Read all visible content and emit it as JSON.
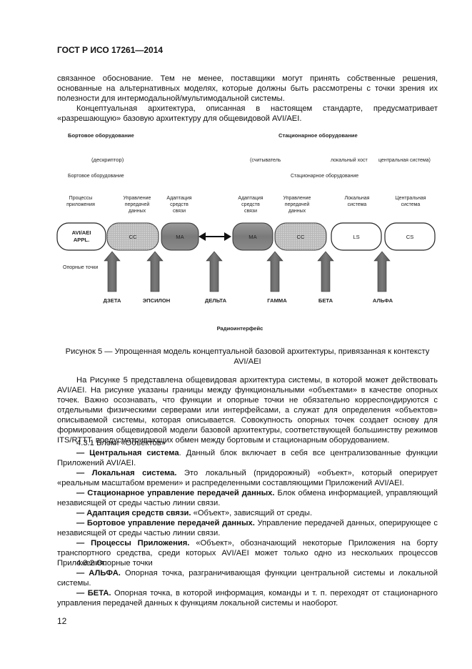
{
  "header": "ГОСТ Р ИСО 17261—2014",
  "intro_p1": "связанное обоснование. Тем не менее, поставщики могут принять собственные решения, основанные на альтернативных моделях, которые должны быть рассмотрены с точки зрения их полезности для интермодальной/мультимодальной системы.",
  "intro_p2": "Концептуальная архитектура, описанная в настоящем стандарте, предусматривает «разрешающую» базовую архитектуру для общевидовой AVI/AEI.",
  "figure": {
    "onboard_title": "Бортовое оборудование",
    "fixed_title": "Стационарное оборудование",
    "descriptor": "(дескриптор)",
    "reader": "(считыватель",
    "local_host": "локальный хост",
    "central_system": "центральная система)",
    "onboard_sub": "Бортовое оборудование",
    "fixed_sub": "Стационарное оборудование",
    "col_labels": [
      [
        "Процессы",
        "приложения"
      ],
      [
        "Управление",
        "передачей",
        "данных"
      ],
      [
        "Адаптация",
        "средств",
        "связи"
      ],
      [
        "Адаптация",
        "средств",
        "связи"
      ],
      [
        "Управление",
        "передачей",
        "данных"
      ],
      [
        "Локальная",
        "система"
      ],
      [
        "Центральная",
        "система"
      ]
    ],
    "box_appl": [
      "AVI/AEI",
      "APPL."
    ],
    "box_cc1": "CC",
    "box_ma1": "MA",
    "box_ma2": "MA",
    "box_cc2": "CC",
    "box_ls": "LS",
    "box_cs": "CS",
    "ref_points_label": "Опорные точки",
    "arrow_labels": [
      "ДЗЕТА",
      "ЭПСИЛОН",
      "ДЕЛЬТА",
      "ГАММА",
      "БЕТА",
      "АЛЬФА"
    ],
    "radio_label": "Радиоинтерфейс"
  },
  "caption": "Рисунок 5 — Упрощенная модель концептуальной базовой архитектуры, привязанная к контексту AVI/AEI",
  "body_p1": "На Рисунке 5 представлена общевидовая архитектура системы, в которой может действовать AVI/AEI. На рисунке указаны границы между функциональными «объектами» в качестве опорных точек. Важно осознавать, что функции и опорные точки не обязательно корреспондируются с отдельными физическими серверами или интерфейсами, а служат для определения «объектов» описываемой системы, которая описывается. Совокупность опорных точек создает основу для формирования общевидовой модели базовой архитектуры, соответствующей большинству режимов ITS/RTTT, предусматривающих обмен между бортовым и стационарным оборудованием.",
  "sec_431": "4.3.1 Блоки «Объектов»",
  "items": [
    {
      "term": "— Центральная система",
      "text": ". Данный блок включает в себя все централизованные функции Приложений AVI/AEI."
    },
    {
      "term": "— Локальная система.",
      "text": " Это локальный (придорожный) «объект», который оперирует «реальным масштабом времени» и распределенными составляющими Приложений AVI/AEI."
    },
    {
      "term": "— Стационарное управление передачей данных.",
      "text": " Блок обмена информацией, управляющий независящей от среды частью линии связи."
    },
    {
      "term": "— Адаптация средств связи.",
      "text": " «Объект», зависящий от среды."
    },
    {
      "term": "— Бортовое управление передачей данных.",
      "text": " Управление передачей данных, оперирующее с независящей от среды частью линии связи."
    },
    {
      "term": "— Процессы Приложения.",
      "text": " «Объект», обозначающий некоторые Приложения на борту транспортного средства, среди которых AVI/AEI может только одно из нескольких процессов Приложения."
    }
  ],
  "sec_432": "4.3.2 Опорные точки",
  "points": [
    {
      "term": "— АЛЬФА.",
      "text": " Опорная точка, разграничивающая функции центральной системы и локальной системы."
    },
    {
      "term": "— БЕТА.",
      "text": " Опорная точка, в которой информация, команды и т. п. переходят от стационарного управления передачей данных к функциям локальной системы и наоборот."
    }
  ],
  "page_number": "12"
}
